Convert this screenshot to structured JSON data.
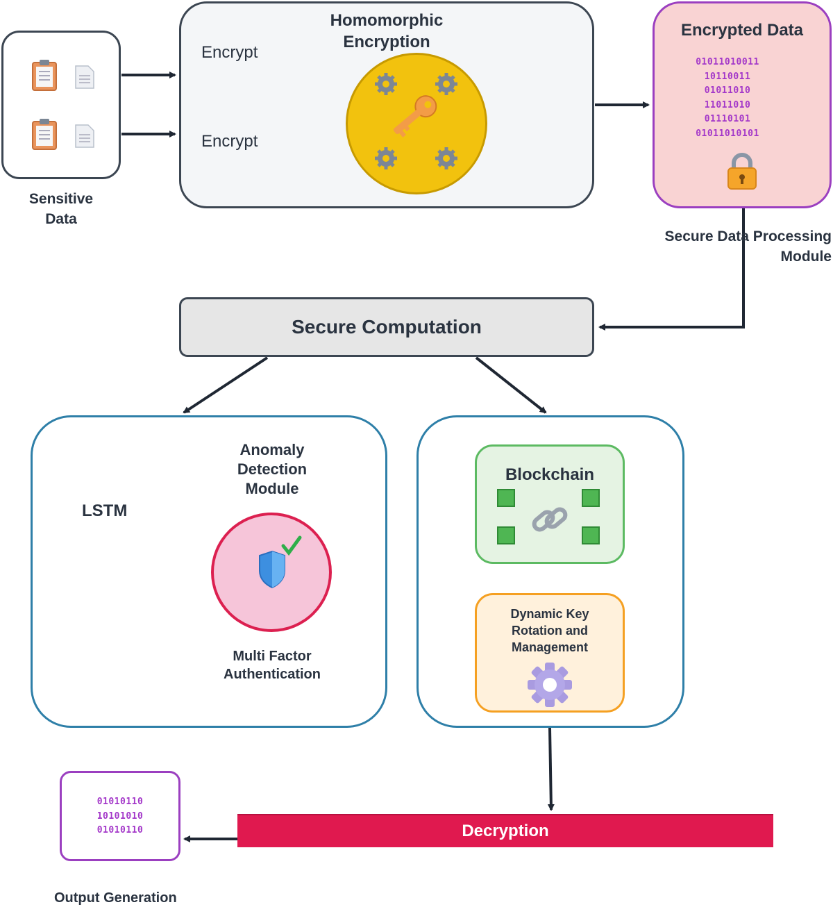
{
  "sensitive": {
    "label_line1": "Sensitive",
    "label_line2": "Data"
  },
  "homomorphic": {
    "title_line1": "Homomorphic",
    "title_line2": "Encryption",
    "encrypt1": "Encrypt",
    "encrypt2": "Encrypt"
  },
  "encrypted": {
    "title": "Encrypted Data",
    "binary": [
      "01011010011",
      "10110011",
      "01011010",
      "11011010",
      "01110101",
      "01011010101"
    ],
    "module_label_line1": "Secure Data Processing",
    "module_label_line2": "Module"
  },
  "secure_computation": {
    "label": "Secure Computation"
  },
  "left_panel": {
    "lstm": "LSTM",
    "anomaly_line1": "Anomaly",
    "anomaly_line2": "Detection",
    "anomaly_line3": "Module",
    "mfa_line1": "Multi Factor",
    "mfa_line2": "Authentication"
  },
  "right_panel": {
    "blockchain": "Blockchain",
    "dk_line1": "Dynamic Key",
    "dk_line2": "Rotation and",
    "dk_line3": "Management"
  },
  "decryption": {
    "label": "Decryption"
  },
  "output": {
    "binary": [
      "01010110",
      "10101010",
      "01010110"
    ],
    "label": "Output Generation"
  },
  "colors": {
    "box_border": "#3c4652",
    "encrypted_border": "#9b3fc0",
    "encrypted_fill": "#f9d3d3",
    "panel_border": "#2e7fa8",
    "blockchain_fill": "#e5f3e3",
    "key_mgmt_fill": "#fff1dc",
    "decryption_bar": "#e0194f",
    "binary_text": "#a337c9"
  },
  "icons": [
    "clipboard-icon",
    "document-icon",
    "key-icon",
    "gear-icon",
    "lock-icon",
    "shield-icon",
    "checkmark-icon",
    "chain-link-icon"
  ]
}
